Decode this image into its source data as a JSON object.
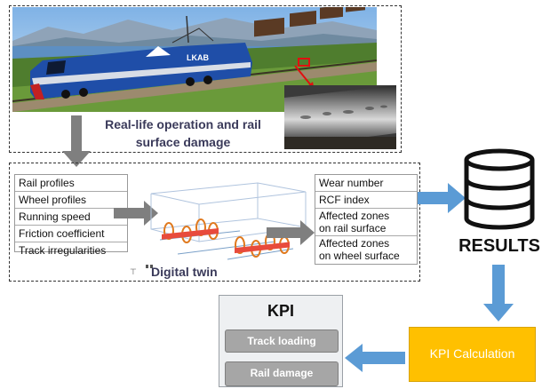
{
  "operation": {
    "caption_line1": "Real-life operation and rail",
    "caption_line2": "surface damage",
    "locomotive_brand": "LKAB"
  },
  "digital_twin": {
    "inputs": [
      "Rail profiles",
      "Wheel profiles",
      "Running speed",
      "Friction coefficient",
      "Track irregularities"
    ],
    "outputs": [
      "Wear number",
      "RCF index",
      "Affected zones\non rail surface",
      "Affected zones\non wheel surface"
    ],
    "label": "Digital twin"
  },
  "results": {
    "label": "RESULTS"
  },
  "kpi_calculation": {
    "label": "KPI Calculation"
  },
  "kpi": {
    "title": "KPI",
    "items": [
      "Track loading",
      "Rail damage"
    ]
  },
  "colors": {
    "arrow_gray": "#7f7f7f",
    "arrow_blue": "#5b9bd5",
    "kpi_calc_fill": "#ffc000",
    "locomotive": "#1f4ea8"
  }
}
